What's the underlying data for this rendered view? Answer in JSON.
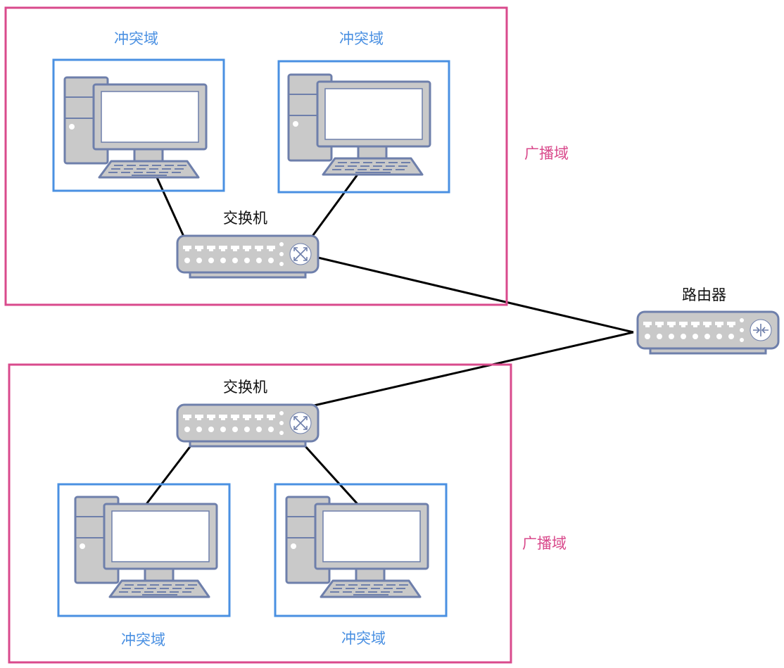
{
  "diagram": {
    "colors": {
      "broadcast_border": "#d94a8c",
      "collision_border": "#4a90e2",
      "device_fill": "#c9c9c9",
      "device_stroke": "#6e7fab",
      "screen_fill": "#ffffff",
      "link": "#000000"
    },
    "broadcast_domains": [
      {
        "label": "广播域"
      },
      {
        "label": "广播域"
      }
    ],
    "collision_domains": [
      {
        "label": "冲突域"
      },
      {
        "label": "冲突域"
      },
      {
        "label": "冲突域"
      },
      {
        "label": "冲突域"
      }
    ],
    "switches": [
      {
        "label": "交换机",
        "icon": "switch-arrows-icon"
      },
      {
        "label": "交换机",
        "icon": "switch-arrows-icon"
      }
    ],
    "router": {
      "label": "路由器",
      "icon": "router-arrows-icon"
    },
    "computers": [
      {
        "icon": "desktop-computer-icon"
      },
      {
        "icon": "desktop-computer-icon"
      },
      {
        "icon": "desktop-computer-icon"
      },
      {
        "icon": "desktop-computer-icon"
      }
    ]
  }
}
